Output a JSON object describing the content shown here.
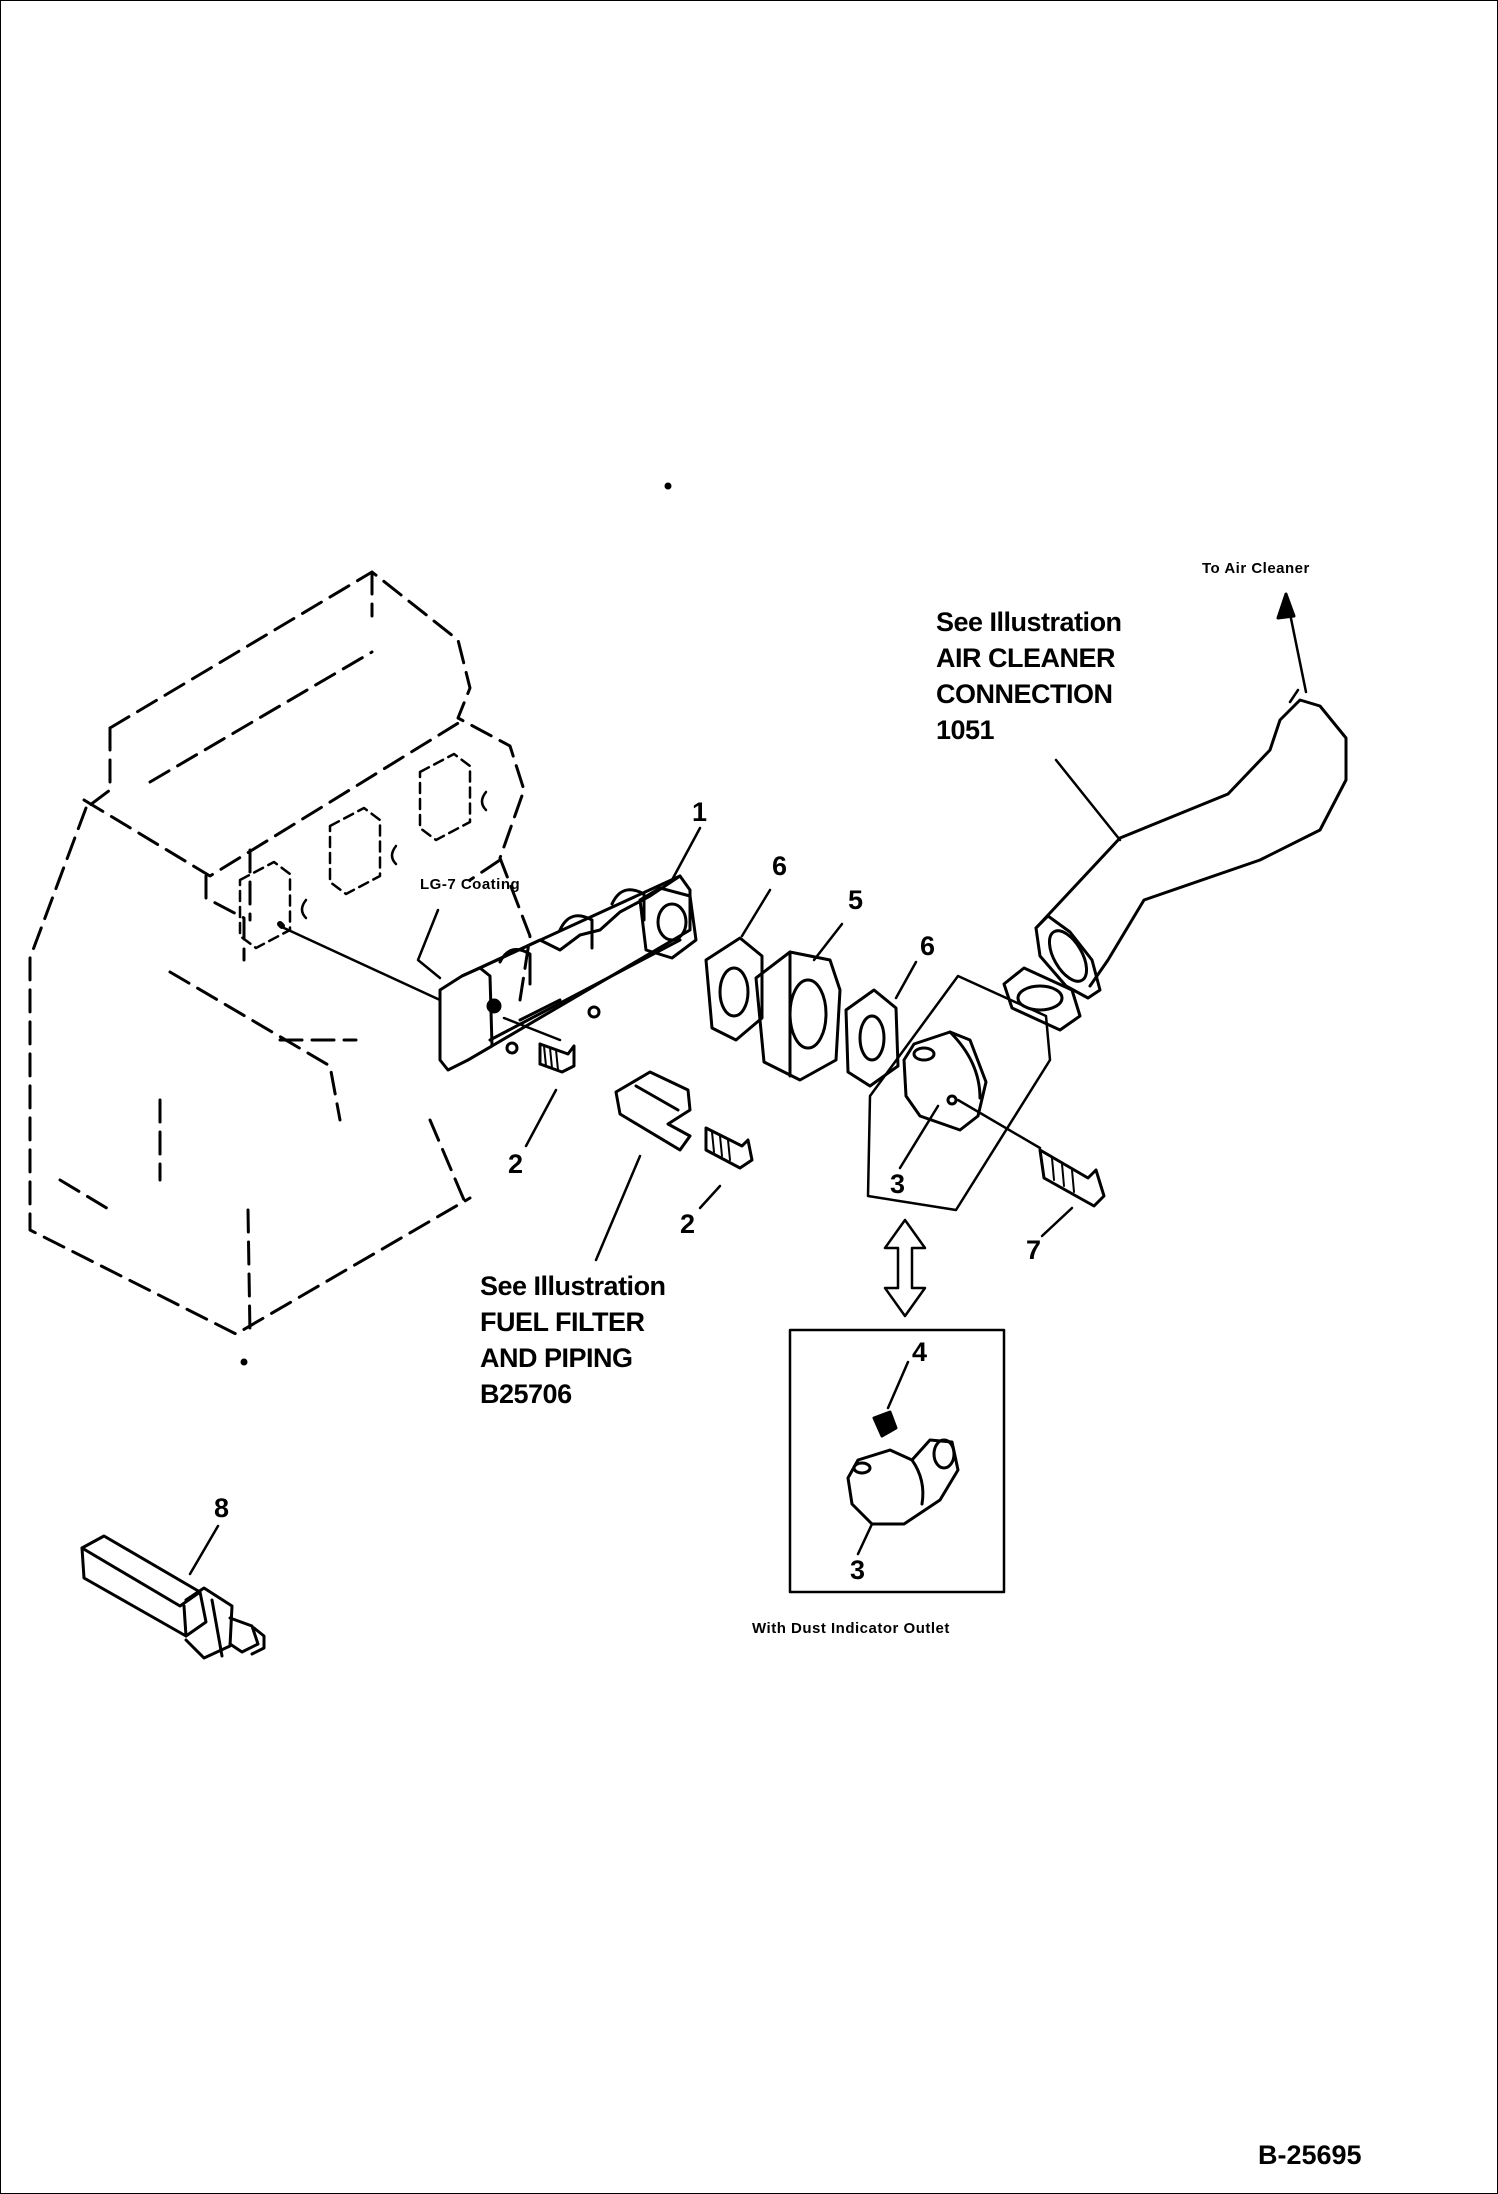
{
  "labels": {
    "to_air_cleaner": "To Air Cleaner",
    "see_air_cleaner": {
      "line1": "See Illustration",
      "line2": "AIR CLEANER",
      "line3": "CONNECTION",
      "line4": "1051"
    },
    "see_fuel_filter": {
      "line1": "See Illustration",
      "line2": "FUEL FILTER",
      "line3": "AND PIPING",
      "line4": "B25706"
    },
    "lg7_coating": "LG-7 Coating",
    "with_dust_indicator": "With Dust Indicator Outlet",
    "figure_ref": "B-25695"
  },
  "callouts": {
    "n1": "1",
    "n2a": "2",
    "n2b": "2",
    "n3a": "3",
    "n3b": "3",
    "n4": "4",
    "n5": "5",
    "n6a": "6",
    "n6b": "6",
    "n7": "7",
    "n8": "8"
  }
}
